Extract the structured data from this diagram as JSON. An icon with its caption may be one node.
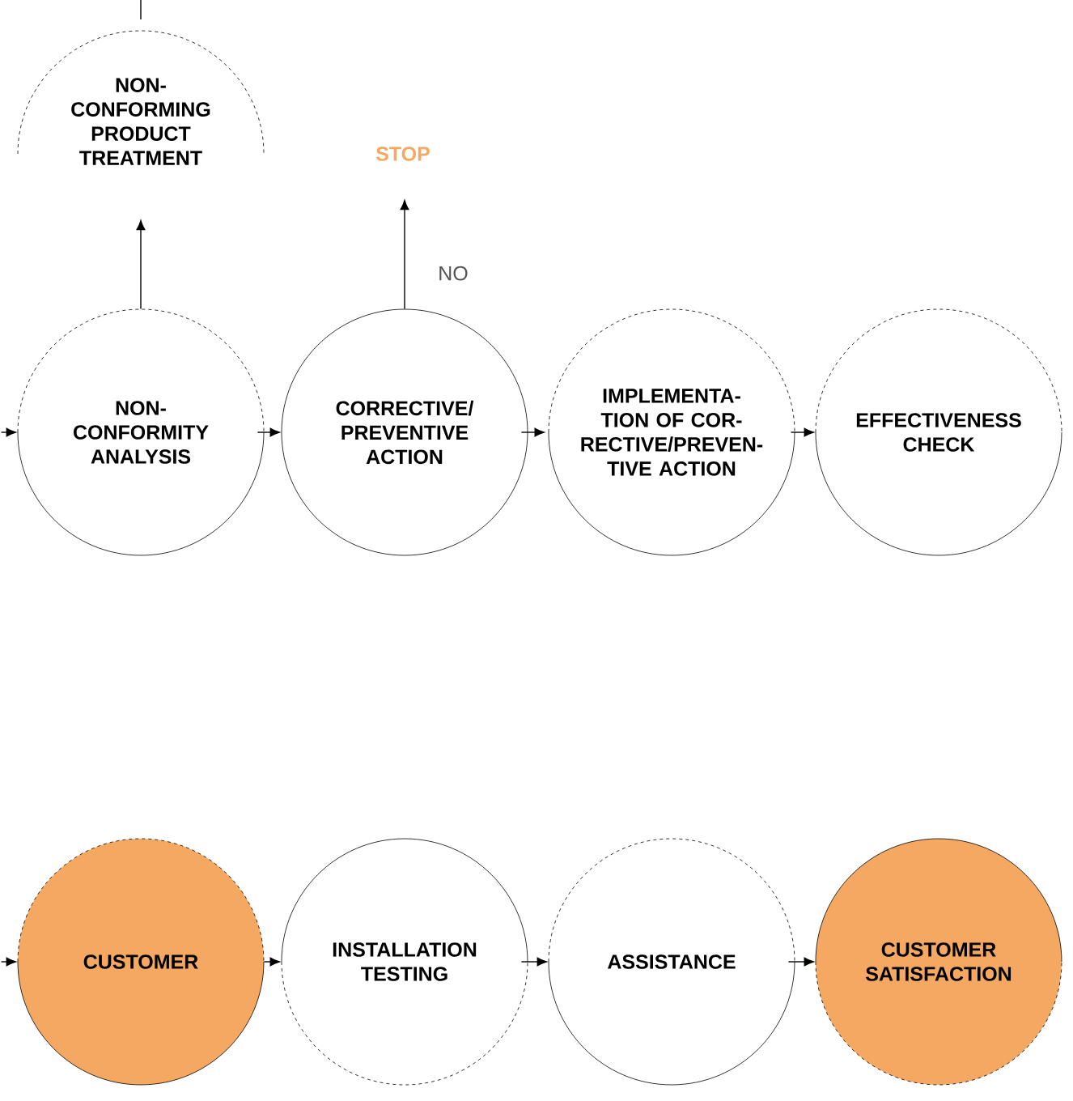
{
  "diagram": {
    "nodes": [
      {
        "text": [
          "NON- CONFORMING PRODUCT TREATMENT"
        ]
      },
      {
        "text": [
          "STOP"
        ]
      },
      {
        "text": [
          "NON- CONFORMITY ANALYSIS"
        ]
      },
      {
        "text": [
          "CORRECTIVE/ PREVENTIVE ACTION"
        ]
      },
      {
        "text": [
          "IMPLEMENTA- TION OF COR- RECTIVE/PREVEN- TIVE ACTION"
        ]
      },
      {
        "text": [
          "EFFECTIVENESS CHECK"
        ]
      },
      {
        "text": [
          "CUSTOMER"
        ]
      },
      {
        "text": [
          "INSTALLATION TESTING"
        ]
      },
      {
        "text": [
          "ASSISTANCE"
        ]
      },
      {
        "text": [
          "CUSTOMER SATISFACTION"
        ]
      }
    ],
    "edges": [
      {
        "from": 0,
        "to": null,
        "arrow": "none"
      },
      {
        "from": 2,
        "to": 0,
        "arrow": "to"
      },
      {
        "from": 3,
        "to": 1,
        "arrow": "to",
        "label": "NO"
      },
      {
        "from": null,
        "to": 2,
        "arrow": "to"
      },
      {
        "from": 2,
        "to": 3,
        "arrow": "to"
      },
      {
        "from": 3,
        "to": 4,
        "arrow": "to"
      },
      {
        "from": 4,
        "to": 5,
        "arrow": "to"
      },
      {
        "from": null,
        "to": 6,
        "arrow": "to"
      },
      {
        "from": 6,
        "to": 7,
        "arrow": "to"
      },
      {
        "from": 7,
        "to": 8,
        "arrow": "to"
      },
      {
        "from": 8,
        "to": 9,
        "arrow": "to"
      }
    ]
  }
}
